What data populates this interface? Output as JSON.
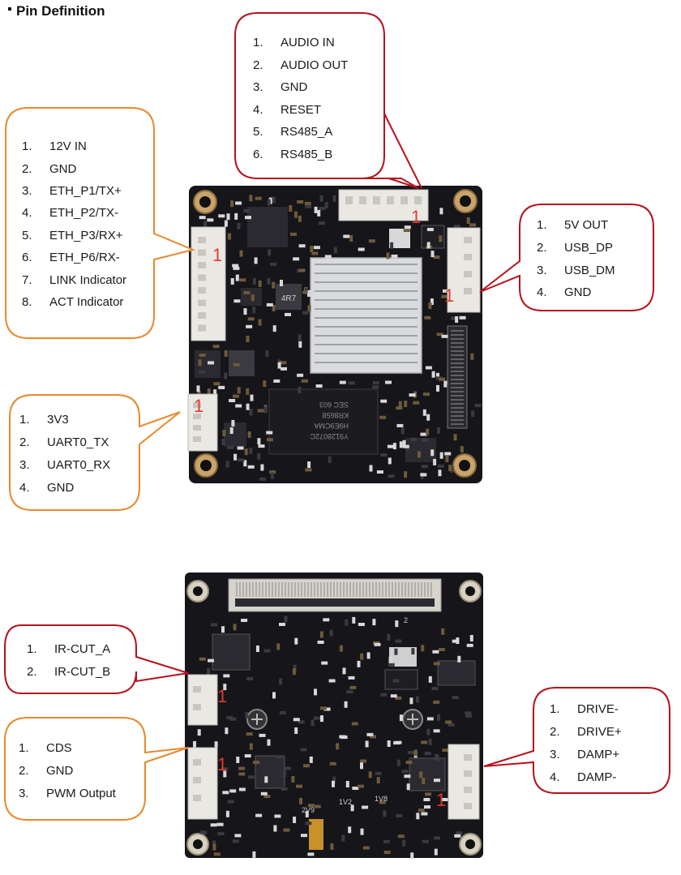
{
  "heading": "Pin Definition",
  "colors": {
    "orange": "#E8892E",
    "red": "#B5121B",
    "pcb": "#15151a",
    "silk": "#e6e6e6",
    "marker": "#e23b2e"
  },
  "pin_marker": "1",
  "callouts": {
    "audio": {
      "pins": [
        "AUDIO IN",
        "AUDIO OUT",
        "GND",
        "RESET",
        "RS485_A",
        "RS485_B"
      ]
    },
    "power_eth": {
      "pins": [
        "12V IN",
        "GND",
        "ETH_P1/TX+",
        "ETH_P2/TX-",
        "ETH_P3/RX+",
        "ETH_P6/RX-",
        "LINK Indicator",
        "ACT Indicator"
      ]
    },
    "usb": {
      "pins": [
        "5V OUT",
        "USB_DP",
        "USB_DM",
        "GND"
      ]
    },
    "uart": {
      "pins": [
        "3V3",
        "UART0_TX",
        "UART0_RX",
        "GND"
      ]
    },
    "ircut": {
      "pins": [
        "IR-CUT_A",
        "IR-CUT_B"
      ]
    },
    "cds": {
      "pins": [
        "CDS",
        "GND",
        "PWM Output"
      ]
    },
    "drive": {
      "pins": [
        "DRIVE-",
        "DRIVE+",
        "DAMP+",
        "DAMP-"
      ]
    }
  },
  "top_board": {
    "chip_text": [
      "Y9128072C",
      "H9E9CMA",
      "KR8658",
      "SEC 603"
    ],
    "inductor_text": "4R7"
  },
  "bottom_board": {
    "connector_number": "2",
    "rail_labels": [
      "2V9",
      "1V2",
      "1V8"
    ]
  }
}
